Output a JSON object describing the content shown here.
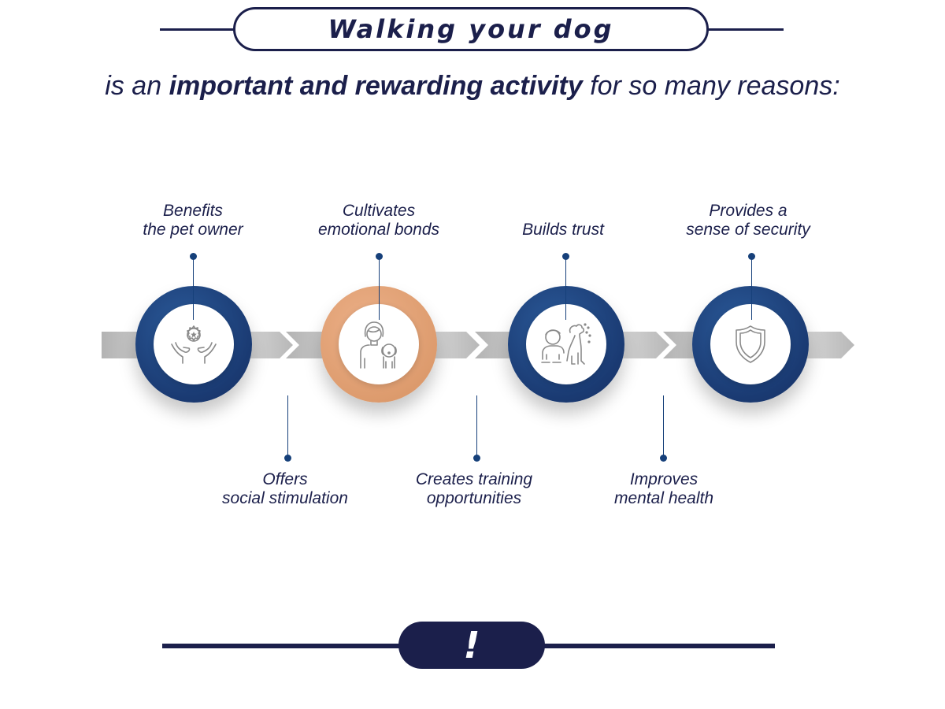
{
  "header": {
    "title": "Walking your dog",
    "subtitle_pre": "is an ",
    "subtitle_bold": "important and rewarding activity",
    "subtitle_post": " for so many reasons:"
  },
  "top_items": [
    {
      "line1": "Benefits",
      "line2": "the pet owner",
      "icon": "hands-badge-icon"
    },
    {
      "line1": "Cultivates",
      "line2": "emotional bonds",
      "icon": "person-with-dog-icon"
    },
    {
      "line1": "",
      "line2": "Builds trust",
      "icon": "boy-and-dog-icon"
    },
    {
      "line1": "Provides a",
      "line2": "sense of security",
      "icon": "shield-icon"
    }
  ],
  "bottom_items": [
    {
      "line1": "Offers",
      "line2": "social stimulation"
    },
    {
      "line1": "Creates training",
      "line2": "opportunities"
    },
    {
      "line1": "Improves",
      "line2": "mental health"
    }
  ],
  "footer": {
    "symbol": "!"
  },
  "colors": {
    "navy": "#1b1f4b",
    "blue": "#1a3a72",
    "orange": "#dc9a6c",
    "arrow_gray": "#c8c8c8"
  }
}
